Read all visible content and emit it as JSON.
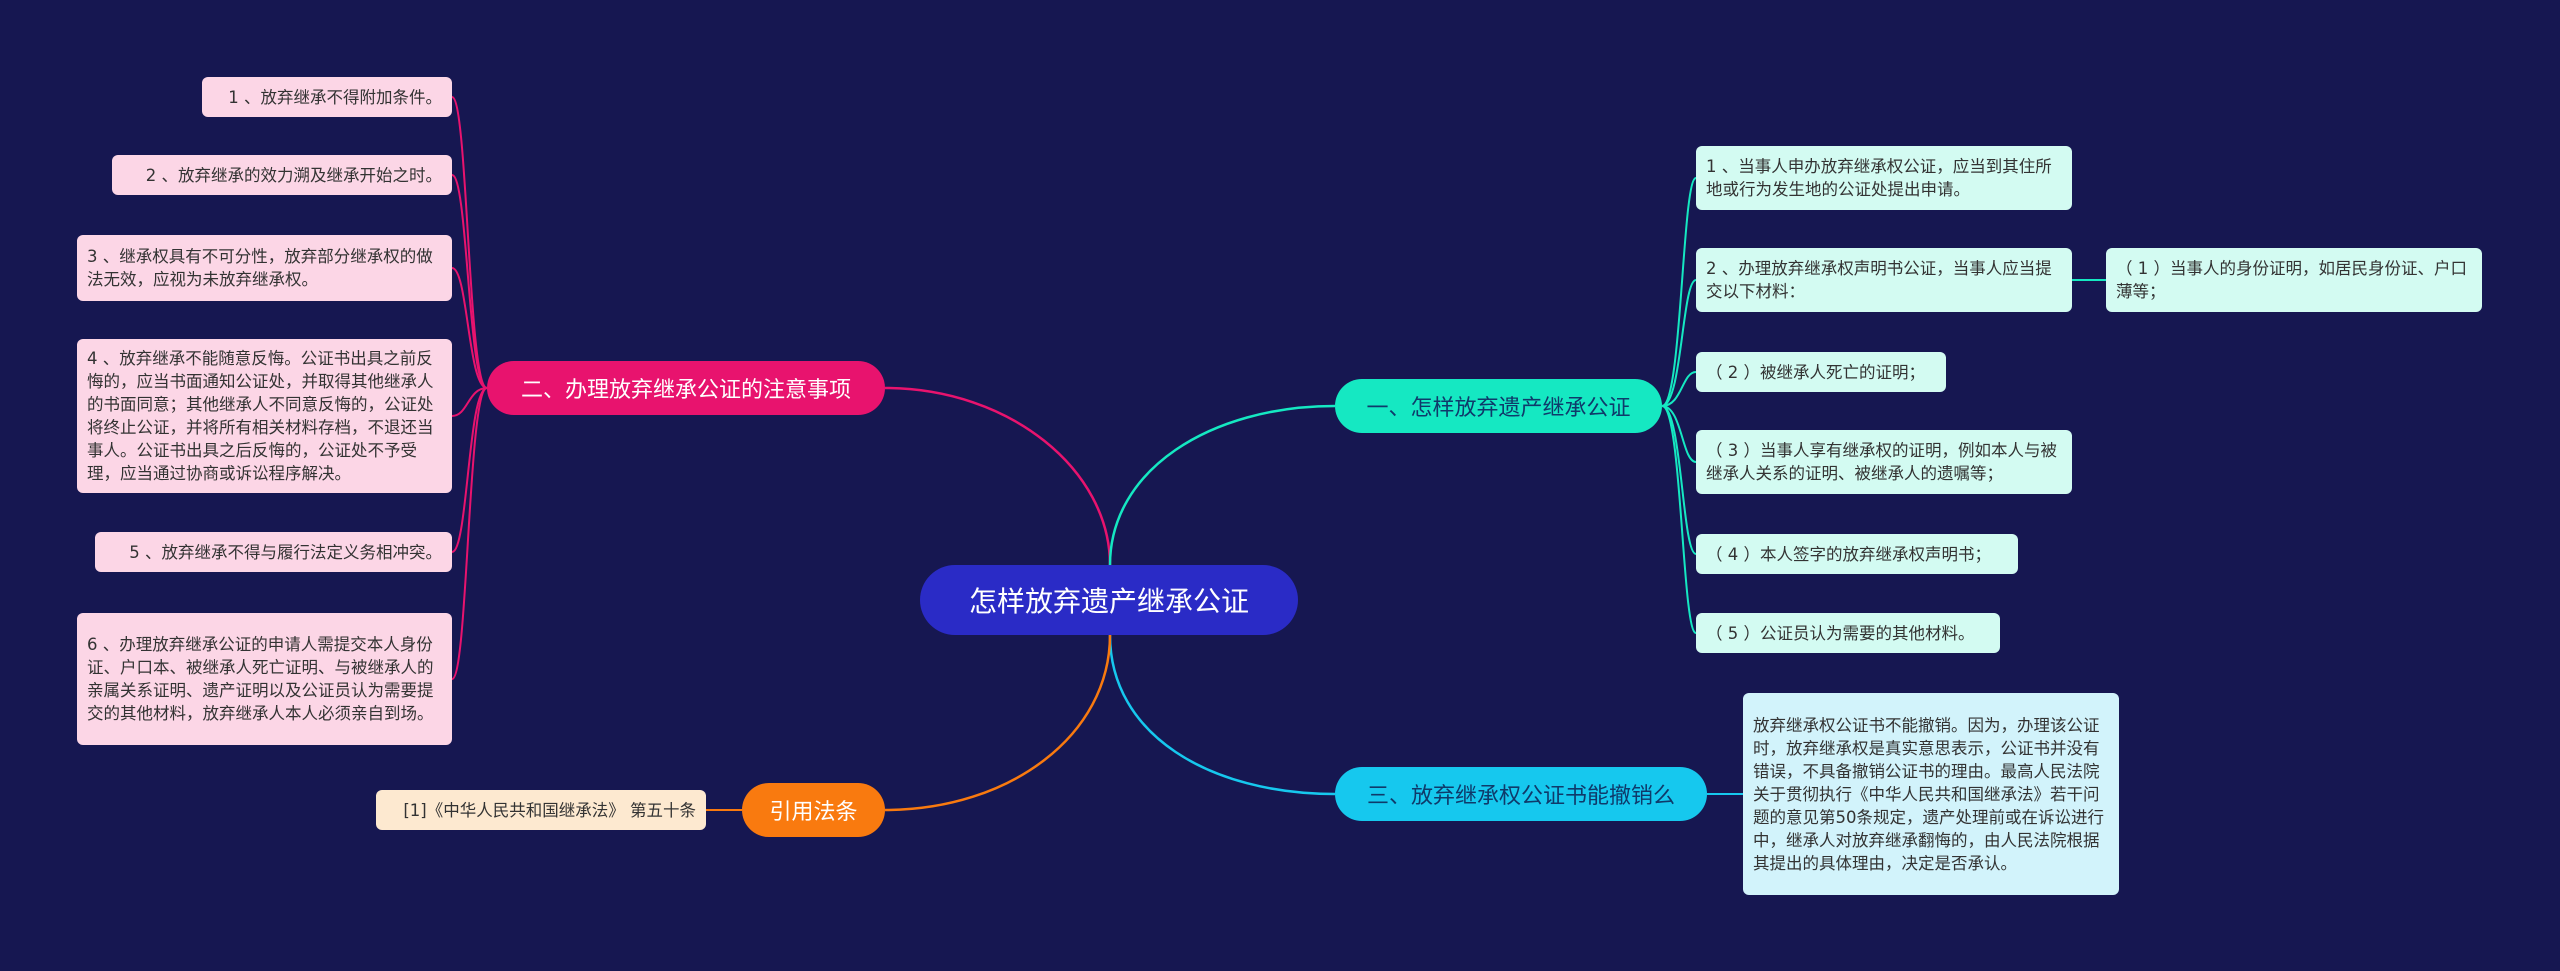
{
  "root": {
    "label": "怎样放弃遗产继承公证"
  },
  "branches": {
    "notes": {
      "label": "二、办理放弃继承公证的注意事项",
      "items": [
        "1 、放弃继承不得附加条件。",
        "2 、放弃继承的效力溯及继承开始之时。",
        "3 、继承权具有不可分性，放弃部分继承权的做法无效，应视为未放弃继承权。",
        "4 、放弃继承不能随意反悔。公证书出具之前反悔的，应当书面通知公证处，并取得其他继承人的书面同意；其他继承人不同意反悔的，公证处将终止公证，并将所有相关材料存档，不退还当事人。公证书出具之后反悔的，公证处不予受理，应当通过协商或诉讼程序解决。",
        "5 、放弃继承不得与履行法定义务相冲突。",
        "6 、办理放弃继承公证的申请人需提交本人身份证、户口本、被继承人死亡证明、与被继承人的亲属关系证明、遗产证明以及公证员认为需要提交的其他材料，放弃继承人本人必须亲自到场。"
      ]
    },
    "how": {
      "label": "一、怎样放弃遗产继承公证",
      "items": [
        "1 、当事人申办放弃继承权公证，应当到其住所地或行为发生地的公证处提出申请。",
        "2 、办理放弃继承权声明书公证，当事人应当提交以下材料：",
        "（ 2 ）被继承人死亡的证明；",
        "（ 3 ）当事人享有继承权的证明，例如本人与被继承人关系的证明、被继承人的遗嘱等；",
        "（ 4 ）本人签字的放弃继承权声明书；",
        "（ 5 ）公证员认为需要的其他材料。"
      ],
      "sub_item": "（ 1 ）当事人的身份证明，如居民身份证、户口薄等；"
    },
    "revoke": {
      "label": "三、放弃继承权公证书能撤销么",
      "text": "放弃继承权公证书不能撤销。因为，办理该公证时，放弃继承权是真实意思表示，公证书并没有错误，不具备撤销公证书的理由。最高人民法院关于贯彻执行《中华人民共和国继承法》若干问题的意见第50条规定，遗产处理前或在诉讼进行中，继承人对放弃继承翻悔的，由人民法院根据其提出的具体理由，决定是否承认。"
    },
    "law": {
      "label": "引用法条",
      "item": "[1]《中华人民共和国继承法》 第五十条"
    }
  },
  "colors": {
    "background": "#161751",
    "root": "#2a2bc6",
    "pink": "#e8136e",
    "teal": "#15e8c2",
    "cyan": "#16c8ee",
    "orange": "#f97a0f"
  }
}
